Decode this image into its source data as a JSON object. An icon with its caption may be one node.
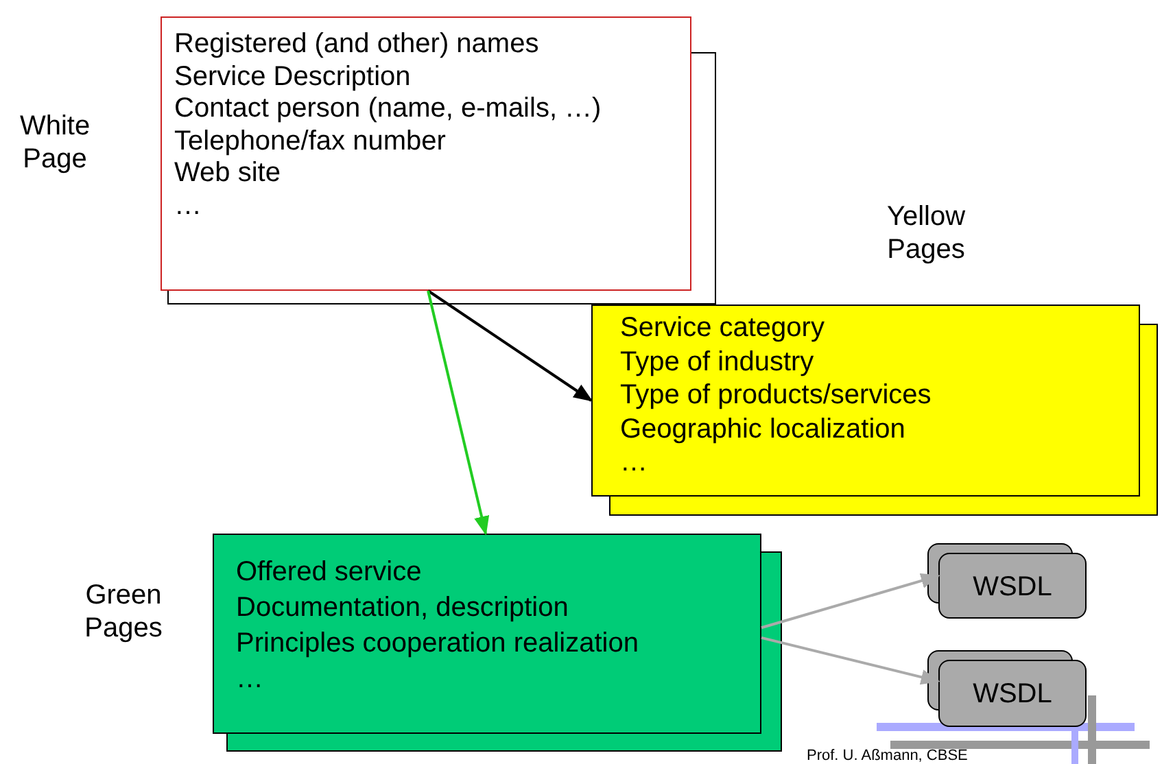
{
  "diagram": {
    "nodes": [
      {
        "text": [
          "Registered (and other) names",
          "Service Description",
          "Contact person (name, e-mails, …)",
          "Telephone/fax number",
          "Web site",
          "…"
        ],
        "beside": [
          "White Page"
        ]
      },
      {
        "text": [
          "Service category",
          "Type of industry",
          "Type of products/services",
          "Geographic localization",
          "…"
        ],
        "beside": [
          "Yellow Pages"
        ]
      },
      {
        "text": [
          "Offered service",
          "Documentation, description",
          "Principles cooperation realization",
          "…"
        ],
        "beside": [
          "Green Pages"
        ]
      },
      {
        "text": [
          "WSDL"
        ]
      },
      {
        "text": [
          "WSDL"
        ]
      }
    ],
    "edges": [
      {
        "from": 0,
        "to": 1,
        "arrow": "to",
        "color": "#000000"
      },
      {
        "from": 0,
        "to": 2,
        "arrow": "to",
        "color": "#22cc22"
      },
      {
        "from": 2,
        "to": 3,
        "arrow": "to",
        "color": "#aaaaaa"
      },
      {
        "from": 2,
        "to": 4,
        "arrow": "to",
        "color": "#aaaaaa"
      }
    ],
    "labels": [
      "Prof. U. Aßmann, CBSE"
    ]
  }
}
